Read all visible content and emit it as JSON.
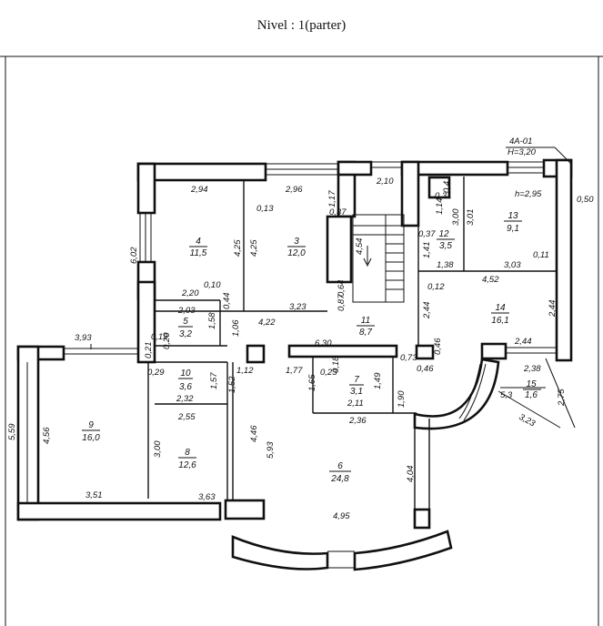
{
  "title": "Nivel : 1(parter)",
  "stamp": {
    "code": "4A-01",
    "height": "H=3,20"
  },
  "ceiling": "h=2,95",
  "rooms": {
    "r1": {
      "num": "11",
      "area": "8,7"
    },
    "r2": {
      "num": "12",
      "area": "3,5"
    },
    "r3": {
      "num": "3",
      "area": "12,0"
    },
    "r4": {
      "num": "4",
      "area": "11,5"
    },
    "r5": {
      "num": "5",
      "area": "3,2"
    },
    "r6": {
      "num": "6",
      "area": "24,8"
    },
    "r7": {
      "num": "7",
      "area": "3,1"
    },
    "r8": {
      "num": "8",
      "area": "12,6"
    },
    "r9": {
      "num": "9",
      "area": "16,0"
    },
    "r10": {
      "num": "10",
      "area": "3,6"
    },
    "r13": {
      "num": "13",
      "area": "9,1"
    },
    "r14": {
      "num": "14",
      "area": "16,1"
    },
    "r15": {
      "num": "15",
      "area": "1,6"
    }
  },
  "dims": {
    "d1": "2,94",
    "d2": "2,96",
    "d3": "2,10",
    "d4": "0,50",
    "d5": "6,02",
    "d6": "0,13",
    "d7": "4,25",
    "d8": "4,25",
    "d9": "1,17",
    "d10": "0,37",
    "d11": "4,54",
    "d12": "0,64",
    "d13": "0,87",
    "d14": "0,31",
    "d15": "0,4",
    "d16": "1,14",
    "d17": "3,00",
    "d18": "3,01",
    "d19": "0,37",
    "d20": "1,41",
    "d21": "1,38",
    "d22": "3,03",
    "d23": "0,11",
    "d24": "4,52",
    "d25": "0,12",
    "d26": "2,44",
    "d27": "2,44",
    "d28": "2,20",
    "d29": "0,10",
    "d30": "2,03",
    "d31": "1,58",
    "d32": "0,44",
    "d33": "3,23",
    "d34": "4,22",
    "d35": "1,06",
    "d36": "3,93",
    "d37": "0,19",
    "d38": "0,20",
    "d39": "0,21",
    "d40": "6,30",
    "d41": "0,73",
    "d42": "0,46",
    "d43": "0,46",
    "d44": "2,44",
    "d45": "1,12",
    "d46": "1,77",
    "d47": "0,29",
    "d48": "1,57",
    "d49": "1,52",
    "d50": "0,18",
    "d51": "0,23",
    "d52": "1,65",
    "d53": "1,49",
    "d54": "2,11",
    "d55": "1,90",
    "d56": "2,32",
    "d57": "2,38",
    "d58": "5,3",
    "d59": "2,75",
    "d60": "3,23",
    "d61": "2,55",
    "d62": "2,36",
    "d63": "4,56",
    "d64": "4,46",
    "d65": "5,59",
    "d66": "3,00",
    "d67": "5,93",
    "d68": "4,04",
    "d69": "3,51",
    "d70": "3,63",
    "d71": "4,95"
  }
}
